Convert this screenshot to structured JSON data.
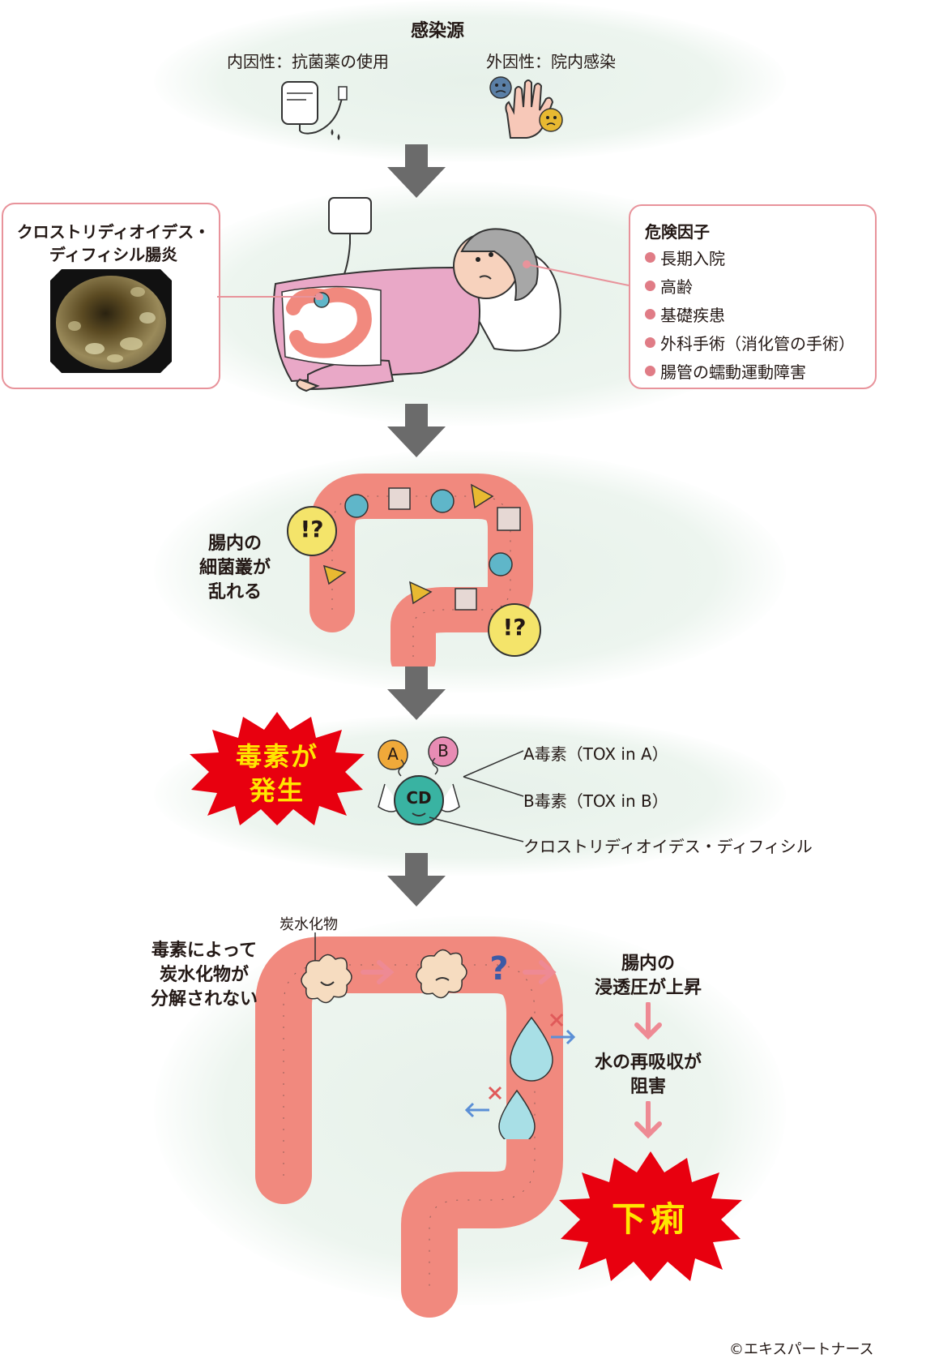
{
  "source": {
    "title": "感染源",
    "endogenous": "内因性：抗菌薬の使用",
    "exogenous": "外因性：院内感染"
  },
  "disease": {
    "name_line1": "クロストリディオイデス・",
    "name_line2": "ディフィシル腸炎"
  },
  "risk": {
    "title": "危険因子",
    "items": [
      "長期入院",
      "高齢",
      "基礎疾患",
      "外科手術（消化管の手術）",
      "腸管の蠕動運動障害"
    ]
  },
  "flora": {
    "line1": "腸内の",
    "line2": "細菌叢が",
    "line3": "乱れる",
    "bubble": "!?"
  },
  "toxin": {
    "burst_line1": "毒素が",
    "burst_line2": "発生",
    "ball_a": "A",
    "ball_b": "B",
    "cd_label": "CD",
    "toxin_a": "A毒素（TOX in A）",
    "toxin_b": "B毒素（TOX in B）",
    "organism": "クロストリディオイデス・ディフィシル"
  },
  "mechanism": {
    "carb_label": "炭水化物",
    "left_line1": "毒素によって",
    "left_line2": "炭水化物が",
    "left_line3": "分解されない",
    "question": "?",
    "osm_line1": "腸内の",
    "osm_line2": "浸透圧が上昇",
    "water_line1": "水の再吸収が",
    "water_line2": "阻害",
    "result": "下痢"
  },
  "credit": "©エキスパートナース",
  "colors": {
    "arrow_gray": "#6b6b6b",
    "burst_red": "#e8000f",
    "burst_text": "#ffe600",
    "pink_border": "#e8939b",
    "colon": "#f1897e",
    "pink_arrow": "#ee8a94",
    "blue_arrow": "#5b8fd6"
  }
}
